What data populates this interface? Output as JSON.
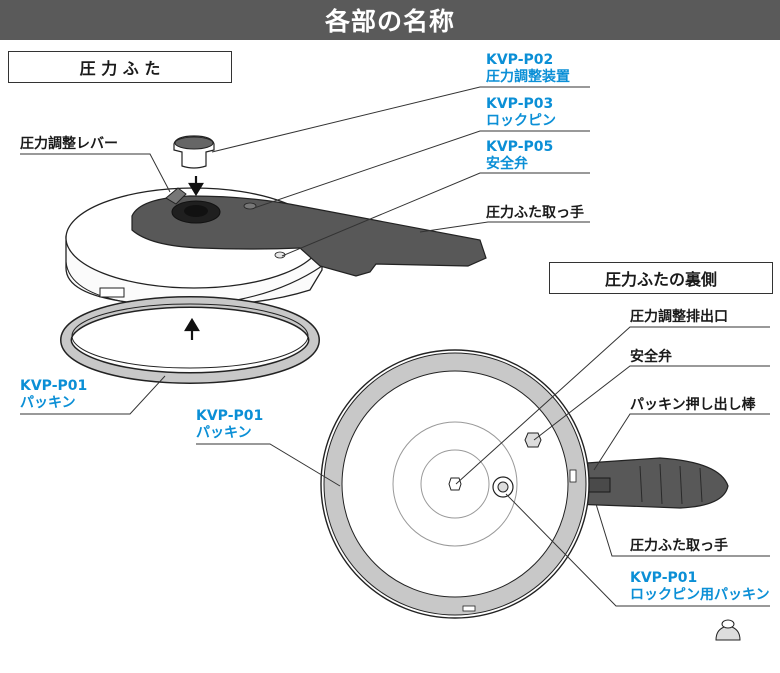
{
  "title": "各部の名称",
  "sections": {
    "lid": "圧 力 ふ た",
    "underside": "圧力ふたの裏側"
  },
  "labels": {
    "p02_code": "KVP-P02",
    "p02_name": "圧力調整装置",
    "p03_code": "KVP-P03",
    "p03_name": "ロックピン",
    "p05_code": "KVP-P05",
    "p05_name": "安全弁",
    "lever": "圧力調整レバー",
    "handle_top": "圧力ふた取っ手",
    "p01_code_a": "KVP-P01",
    "p01_name_a": "パッキン",
    "p01_code_b": "KVP-P01",
    "p01_name_b": "パッキン",
    "exhaust": "圧力調整排出口",
    "safety_valve": "安全弁",
    "push_rod": "パッキン押し出し棒",
    "handle_bottom": "圧力ふた取っ手",
    "p01_code_c": "KVP-P01",
    "p01_name_c": "ロックピン用パッキン"
  },
  "colors": {
    "title_bg": "#5a5a5a",
    "accent_blue": "#0b8fd6",
    "handle_gray": "#585858",
    "gasket_gray": "#c8c8c8"
  }
}
